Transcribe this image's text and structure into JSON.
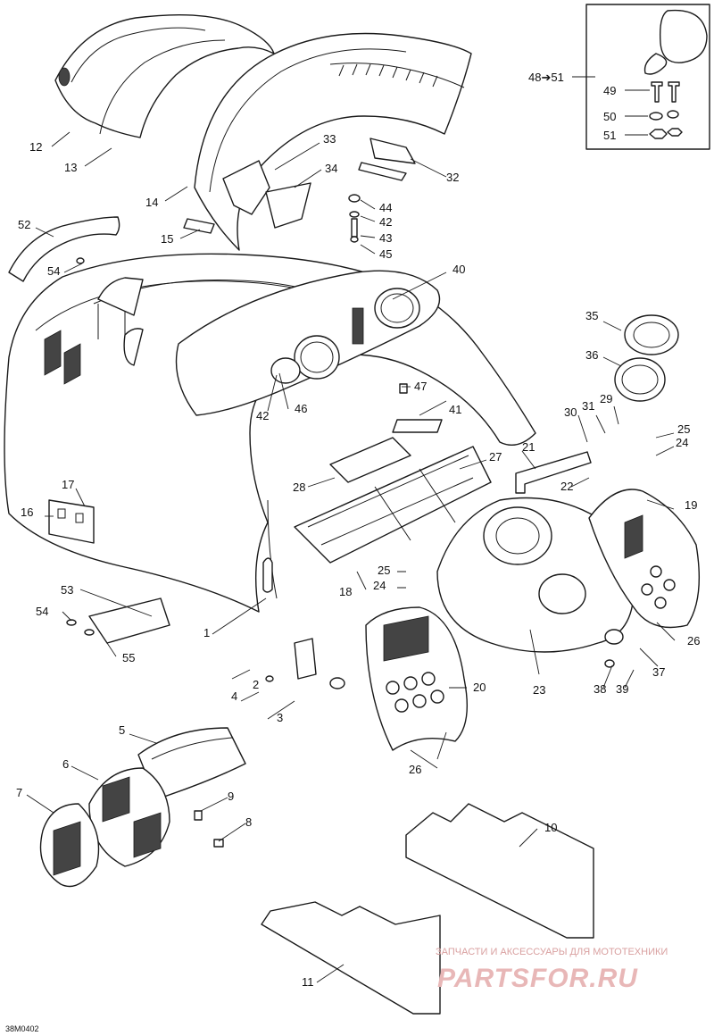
{
  "diagram_code": "38M0402",
  "inset": {
    "range_label": "48➔51",
    "labels": [
      "49",
      "50",
      "51"
    ]
  },
  "callouts": [
    {
      "id": "c1",
      "label": "1"
    },
    {
      "id": "c2",
      "label": "2"
    },
    {
      "id": "c3",
      "label": "3"
    },
    {
      "id": "c4",
      "label": "4"
    },
    {
      "id": "c5",
      "label": "5"
    },
    {
      "id": "c6",
      "label": "6"
    },
    {
      "id": "c7",
      "label": "7"
    },
    {
      "id": "c8",
      "label": "8"
    },
    {
      "id": "c9",
      "label": "9"
    },
    {
      "id": "c10",
      "label": "10"
    },
    {
      "id": "c11",
      "label": "11"
    },
    {
      "id": "c12",
      "label": "12"
    },
    {
      "id": "c13",
      "label": "13"
    },
    {
      "id": "c14",
      "label": "14"
    },
    {
      "id": "c15",
      "label": "15"
    },
    {
      "id": "c16",
      "label": "16"
    },
    {
      "id": "c17",
      "label": "17"
    },
    {
      "id": "c18",
      "label": "18"
    },
    {
      "id": "c19",
      "label": "19"
    },
    {
      "id": "c20",
      "label": "20"
    },
    {
      "id": "c21",
      "label": "21"
    },
    {
      "id": "c22",
      "label": "22"
    },
    {
      "id": "c23",
      "label": "23"
    },
    {
      "id": "c24a",
      "label": "24"
    },
    {
      "id": "c24b",
      "label": "24"
    },
    {
      "id": "c25a",
      "label": "25"
    },
    {
      "id": "c25b",
      "label": "25"
    },
    {
      "id": "c26a",
      "label": "26"
    },
    {
      "id": "c26b",
      "label": "26"
    },
    {
      "id": "c27",
      "label": "27"
    },
    {
      "id": "c28",
      "label": "28"
    },
    {
      "id": "c29",
      "label": "29"
    },
    {
      "id": "c30",
      "label": "30"
    },
    {
      "id": "c31",
      "label": "31"
    },
    {
      "id": "c32",
      "label": "32"
    },
    {
      "id": "c33",
      "label": "33"
    },
    {
      "id": "c34",
      "label": "34"
    },
    {
      "id": "c35",
      "label": "35"
    },
    {
      "id": "c36",
      "label": "36"
    },
    {
      "id": "c37",
      "label": "37"
    },
    {
      "id": "c38",
      "label": "38"
    },
    {
      "id": "c39",
      "label": "39"
    },
    {
      "id": "c40",
      "label": "40"
    },
    {
      "id": "c41",
      "label": "41"
    },
    {
      "id": "c42a",
      "label": "42"
    },
    {
      "id": "c42b",
      "label": "42"
    },
    {
      "id": "c43",
      "label": "43"
    },
    {
      "id": "c44",
      "label": "44"
    },
    {
      "id": "c45",
      "label": "45"
    },
    {
      "id": "c46",
      "label": "46"
    },
    {
      "id": "c47",
      "label": "47"
    },
    {
      "id": "c52",
      "label": "52"
    },
    {
      "id": "c53",
      "label": "53"
    },
    {
      "id": "c54a",
      "label": "54"
    },
    {
      "id": "c54b",
      "label": "54"
    },
    {
      "id": "c55",
      "label": "55"
    }
  ],
  "watermark": {
    "tagline": "ЗАПЧАСТИ И АКСЕССУАРЫ ДЛЯ МОТОТЕХНИКИ",
    "brand": "PARTSFOR.RU"
  }
}
